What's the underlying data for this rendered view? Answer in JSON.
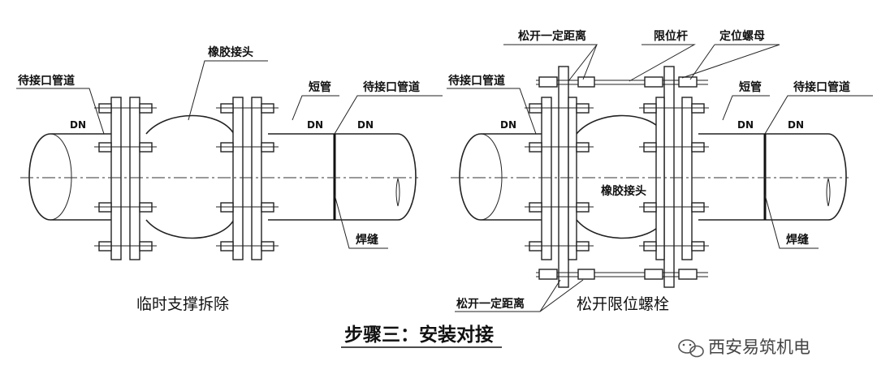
{
  "left": {
    "labels": {
      "pipe_left": "待接口管道",
      "rubber_joint": "橡胶接头",
      "short_pipe": "短管",
      "pipe_right": "待接口管道",
      "weld": "焊缝"
    },
    "dn_labels": [
      "DN",
      "DN",
      "DN"
    ],
    "caption": "临时支撑拆除"
  },
  "right": {
    "labels": {
      "loosen_top": "松开一定距离",
      "limit_rod": "限位杆",
      "locating_nut": "定位螺母",
      "pipe_left": "待接口管道",
      "short_pipe": "短管",
      "pipe_right": "待接口管道",
      "rubber_joint": "橡胶接头",
      "weld": "焊缝",
      "loosen_bottom": "松开一定距离"
    },
    "dn_labels": [
      "DN",
      "DN",
      "DN"
    ],
    "caption": "松开限位螺栓"
  },
  "title": "步骤三：安装对接",
  "watermark": {
    "icon": "wechat-icon",
    "text": "西安易筑机电"
  }
}
